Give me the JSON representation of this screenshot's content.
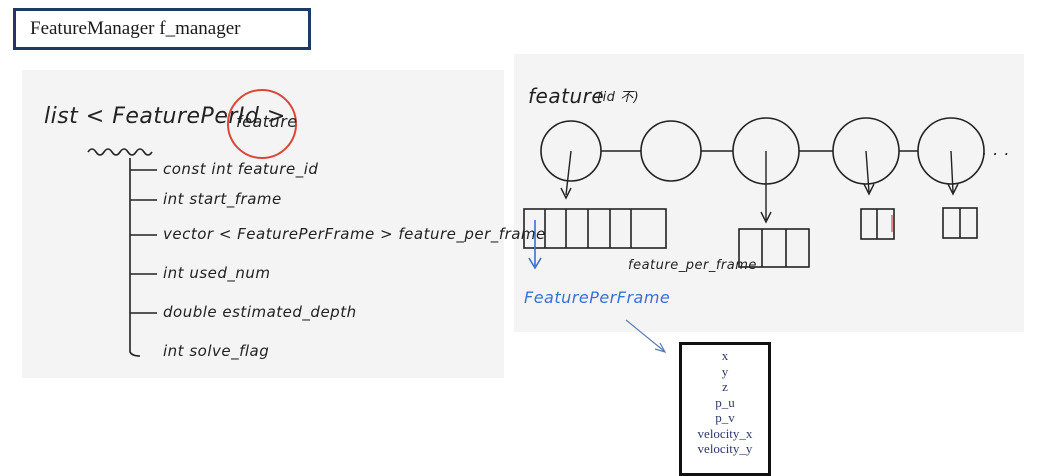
{
  "title": "FeatureManager f_manager",
  "left_panel": {
    "header": "list < FeaturePerId >",
    "circled_word": "feature",
    "members": [
      "const int   feature_id",
      "int   start_frame",
      "vector < FeaturePerFrame >  feature_per_frame",
      "int   used_num",
      "double   estimated_depth",
      "int   solve_flag"
    ]
  },
  "right_panel": {
    "header": "feature",
    "header_note": "(id 不)",
    "ellipsis": ". . .",
    "frame_label": "feature_per_frame",
    "struct_label": "FeaturePerFrame",
    "accent_color": "#3d6fd1"
  },
  "fields": [
    "x",
    "y",
    "z",
    "p_u",
    "p_v",
    "velocity_x",
    "velocity_y"
  ]
}
